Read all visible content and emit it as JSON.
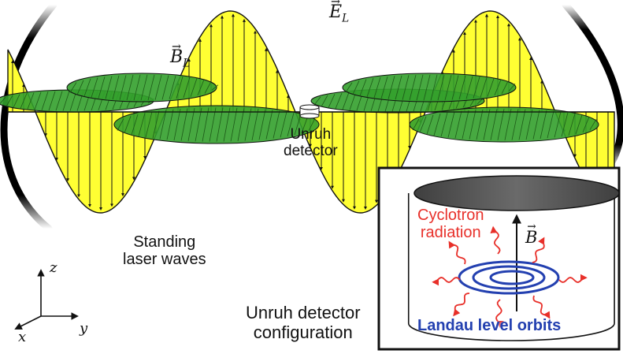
{
  "labels": {
    "e_field": {
      "symbol": "E",
      "subscript": "L"
    },
    "b_field": {
      "symbol": "B",
      "subscript": "L"
    },
    "detector": "Unruh\ndetector",
    "standing_waves": "Standing\nlaser waves",
    "configuration": "Unruh detector\nconfiguration"
  },
  "axes": {
    "z": "z",
    "y": "y",
    "x": "x"
  },
  "inset": {
    "cyclotron": "Cyclotron\nradiation",
    "b_vector": "B",
    "landau": "Landau level orbits"
  },
  "colors": {
    "e_wave_fill": "#ffff33",
    "b_wave_fill": "#33a02c",
    "cyclotron_red": "#e8302a",
    "landau_blue": "#2340b0",
    "cylinder_top": "#5a5a5a",
    "mirror": "#000000"
  }
}
